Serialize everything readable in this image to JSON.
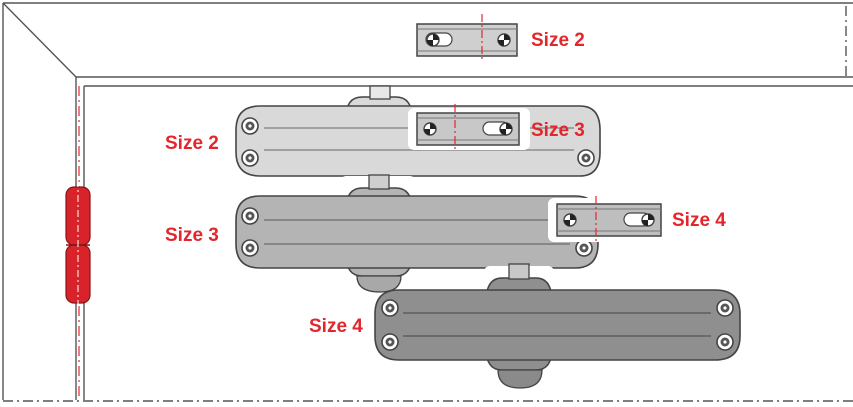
{
  "labels": {
    "bracket_top": "Size 2",
    "bracket_mid": "Size 3",
    "bracket_right": "Size 4",
    "closer_size2": "Size 2",
    "closer_size3": "Size 3",
    "closer_size4": "Size 4"
  },
  "colors": {
    "accent": "#e3262c",
    "outline": "#444444",
    "closer_size2_body": "#d9d9d9",
    "closer_size3_body": "#b4b4b4",
    "closer_size4_body": "#8f8f8f",
    "bracket_body": "#c8c8c8",
    "hinge": "#d8232a"
  }
}
